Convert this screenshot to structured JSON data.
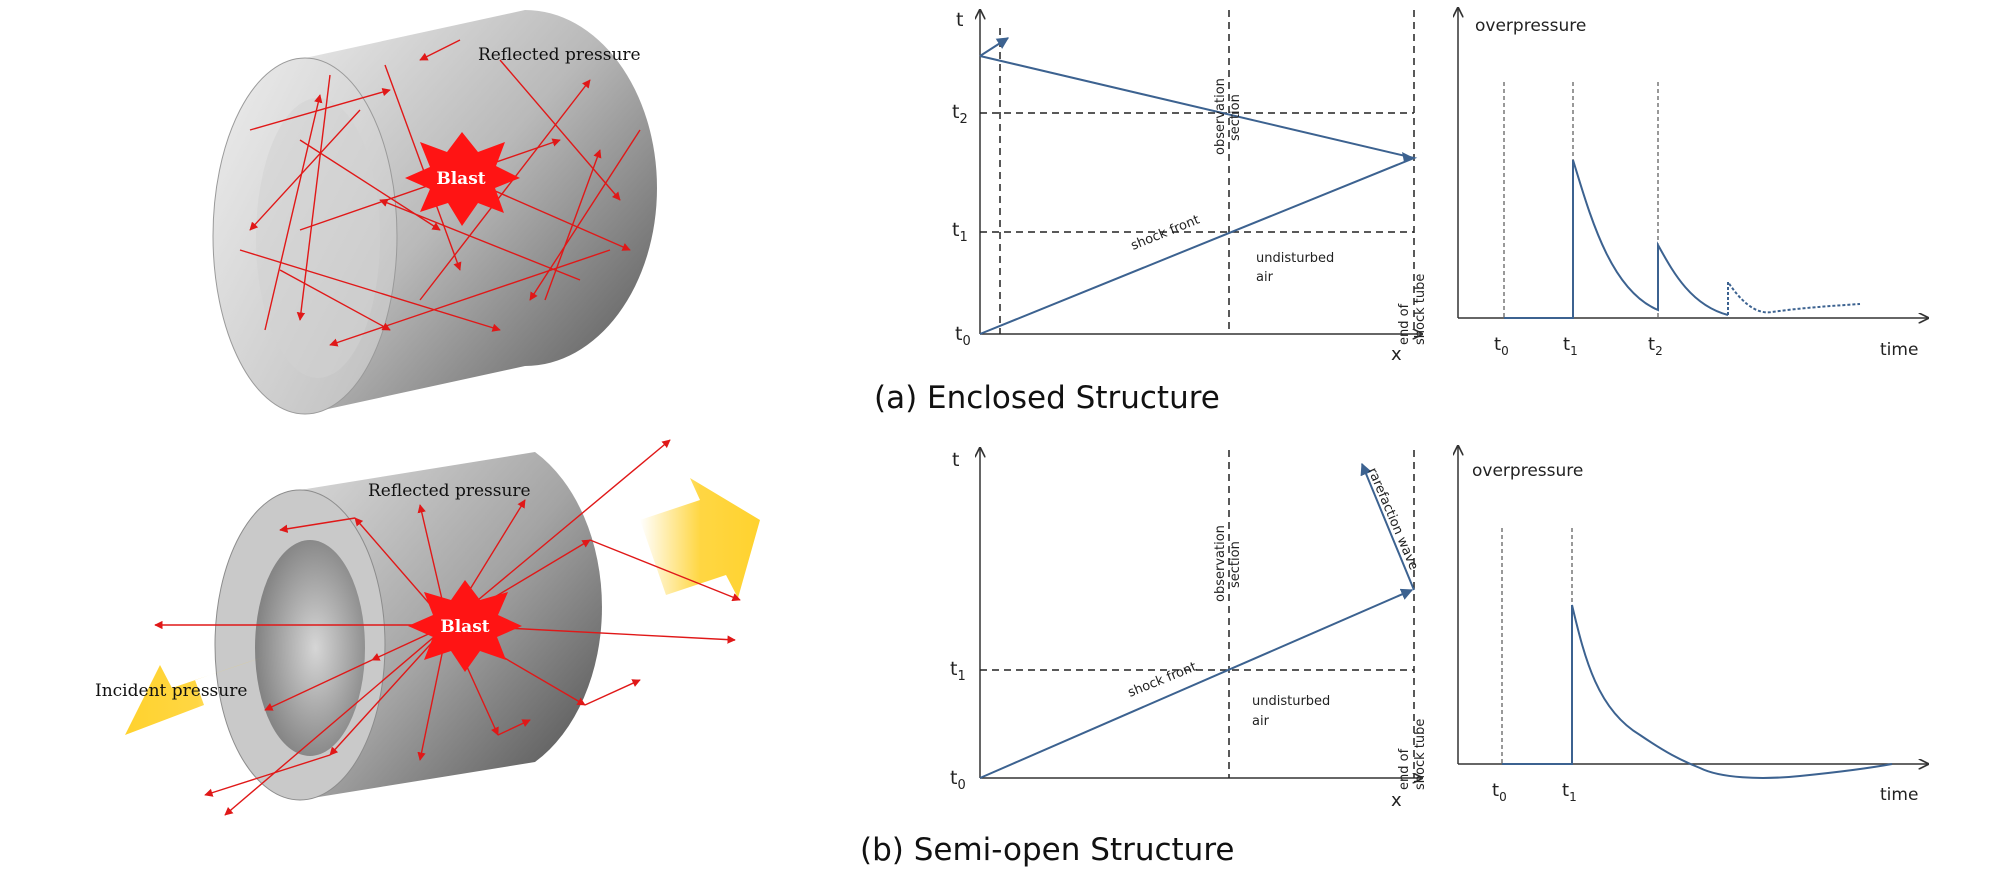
{
  "colors": {
    "curve": "#3c6290",
    "axis": "#333333",
    "ray": "#e01818",
    "blast": "#ff1414",
    "arrow_yellow": "#ffd22e"
  },
  "panel_a": {
    "caption": "(a) Enclosed Structure",
    "illustration": {
      "blast_label": "Blast",
      "reflected_label": "Reflected pressure"
    },
    "xt_diagram": {
      "y_axis_label": "t",
      "x_axis_label": "x",
      "tick_t0": "t0",
      "tick_t1": "t1",
      "tick_t2": "t2",
      "observation_label_1": "observation",
      "observation_label_2": "section",
      "shock_label": "shock front",
      "undisturbed_1": "undisturbed",
      "undisturbed_2": "air",
      "end_label_1": "end of",
      "end_label_2": "shock tube"
    },
    "pressure_plot": {
      "y_axis_label": "overpressure",
      "x_axis_label": "time",
      "tick_t0": "t0",
      "tick_t1": "t1",
      "tick_t2": "t2"
    }
  },
  "panel_b": {
    "caption": "(b) Semi-open Structure",
    "illustration": {
      "blast_label": "Blast",
      "reflected_label": "Reflected pressure",
      "incident_label": "Incident pressure"
    },
    "xt_diagram": {
      "y_axis_label": "t",
      "x_axis_label": "x",
      "tick_t0": "t0",
      "tick_t1": "t1",
      "observation_label_1": "observation",
      "observation_label_2": "section",
      "shock_label": "shock front",
      "undisturbed_1": "undisturbed",
      "undisturbed_2": "air",
      "end_label_1": "end of",
      "end_label_2": "shock tube",
      "rarefaction_label": "rarefaction wave"
    },
    "pressure_plot": {
      "y_axis_label": "overpressure",
      "x_axis_label": "time",
      "tick_t0": "t0",
      "tick_t1": "t1"
    }
  }
}
